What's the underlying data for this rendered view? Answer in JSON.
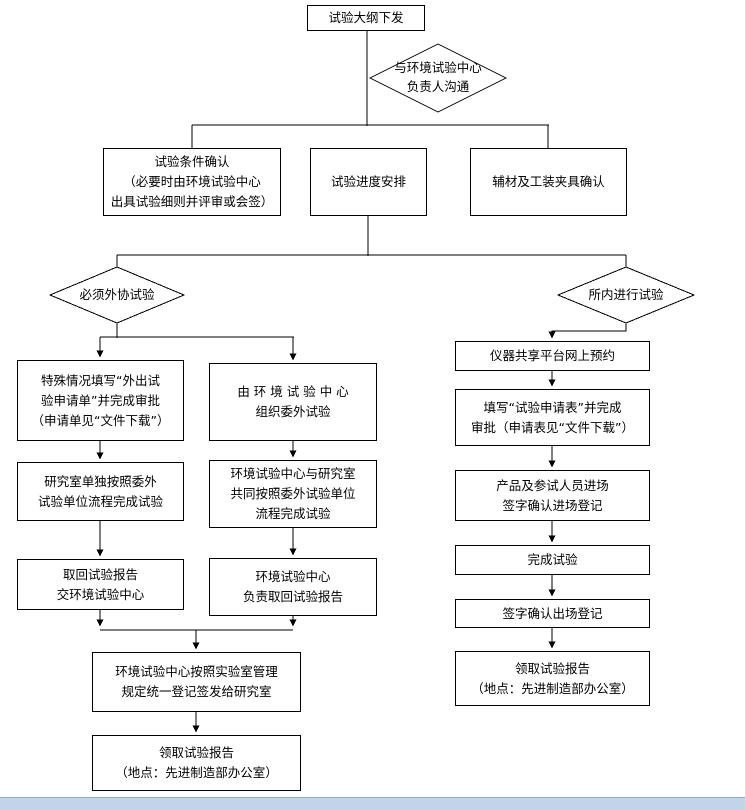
{
  "flow": {
    "start": "试验大纲下发",
    "decision_top": "与环境试验中心\n负责人沟通",
    "box_condition": "试验条件确认\n（必要时由环境试验中心\n出具试验细则并评审或会签）",
    "box_schedule": "试验进度安排",
    "box_fixture": "辅材及工装夹具确认",
    "decision_outsource": "必须外协试验",
    "decision_inhouse": "所内进行试验",
    "left_col1_apply": "特殊情况填写“外出试\n验申请单”并完成审批\n（申请单见“文件下载”）",
    "left_col2_organize": "由 环 境 试 验 中 心\n组织委外试验",
    "left_col1_process": "研究室单独按照委外\n试验单位流程完成试验",
    "left_col2_process": "环境试验中心与研究室\n共同按照委外试验单位\n流程完成试验",
    "left_col1_report": "取回试验报告\n交环境试验中心",
    "left_col2_report": "环境试验中心\n负责取回试验报告",
    "left_register": "环境试验中心按照实验室管理\n规定统一登记签发给研究室",
    "left_receive": "领取试验报告\n（地点：先进制造部办公室）",
    "right_reserve": "仪器共享平台网上预约",
    "right_apply": "填写“试验申请表”并完成\n审批（申请表见“文件下载”）",
    "right_entry": "产品及参试人员进场\n签字确认进场登记",
    "right_done": "完成试验",
    "right_exit": "签字确认出场登记",
    "right_receive": "领取试验报告\n（地点：先进制造部办公室）"
  },
  "colors": {
    "line": "#000000",
    "box_border": "#000000",
    "bottom_bar": "#c2d4e8"
  }
}
